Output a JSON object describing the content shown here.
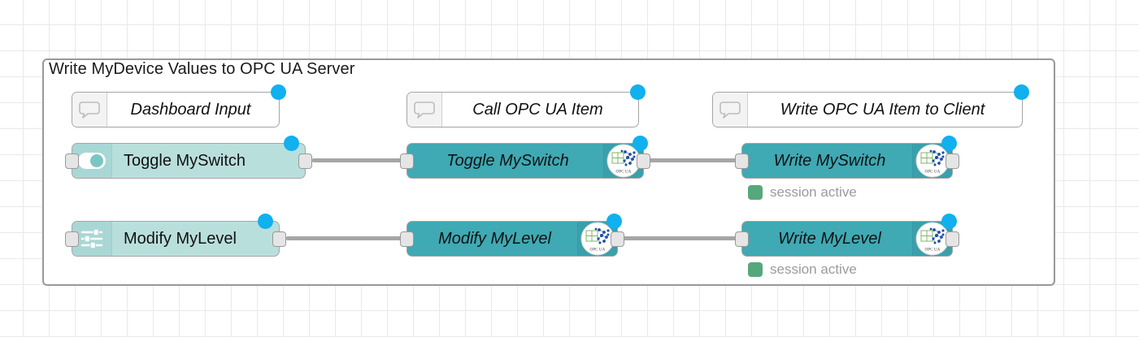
{
  "canvas": {
    "grid": "32px",
    "background_color": "#ffffff",
    "grid_color": "#e9e9e9"
  },
  "group": {
    "title": "Write MyDevice Values to OPC UA Server",
    "border_color": "#999999"
  },
  "colors": {
    "dashboard_node": "#b9dfdd",
    "opcua_node": "#3fa9b4",
    "comment_node": "#ffffff",
    "badge_blue": "#11b0ef",
    "status_green": "#55a87c",
    "wire": "#a6a6a6",
    "port": "#e5e5e5"
  },
  "comments": [
    {
      "label": "Dashboard Input",
      "icon": "comment-icon"
    },
    {
      "label": "Call OPC UA Item",
      "icon": "comment-icon"
    },
    {
      "label": "Write OPC UA Item to Client",
      "icon": "comment-icon"
    }
  ],
  "rows": [
    {
      "name": "switch-row",
      "dashboard": {
        "label": "Toggle MySwitch",
        "icon": "toggle-switch-icon"
      },
      "call": {
        "label": "Toggle MySwitch",
        "icon": "opc-ua-icon"
      },
      "write": {
        "label": "Write MySwitch",
        "icon": "opc-ua-icon"
      },
      "status": {
        "text": "session active",
        "color": "#55a87c"
      }
    },
    {
      "name": "level-row",
      "dashboard": {
        "label": "Modify MyLevel",
        "icon": "slider-icon"
      },
      "call": {
        "label": "Modify MyLevel",
        "icon": "opc-ua-icon"
      },
      "write": {
        "label": "Write MyLevel",
        "icon": "opc-ua-icon"
      },
      "status": {
        "text": "session active",
        "color": "#55a87c"
      }
    }
  ],
  "opcua_badge": {
    "caption": "OPC UA"
  }
}
